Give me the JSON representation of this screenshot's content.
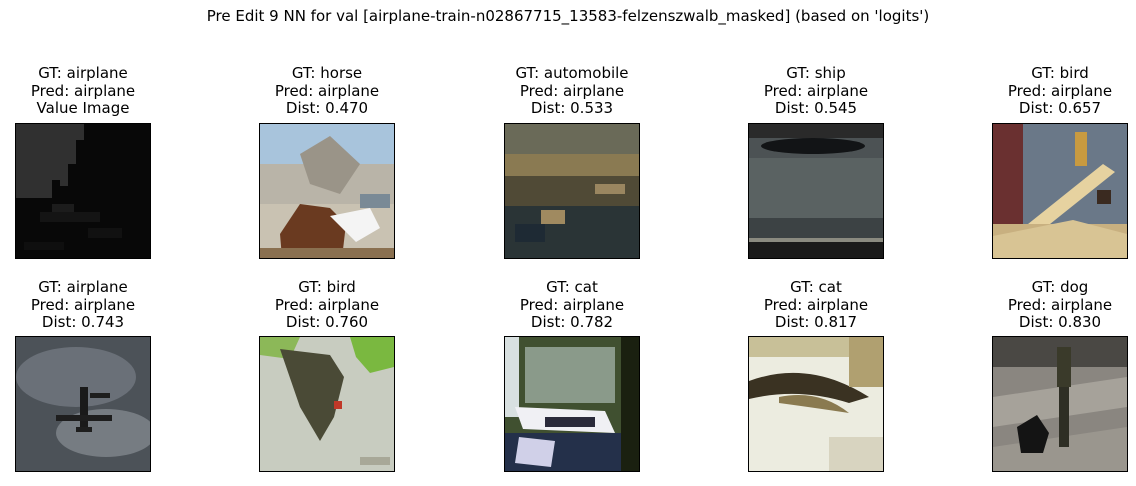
{
  "figure": {
    "title": "Pre Edit 9 NN for val [airplane-train-n02867715_13583-felzenszwalb_masked] (based on 'logits')"
  },
  "panels": [
    {
      "lines": [
        "GT: airplane",
        "Pred: airplane",
        "Value Image"
      ],
      "image_icon": "masked-airplane-thumbnail"
    },
    {
      "lines": [
        "GT: horse",
        "Pred: airplane",
        "Dist: 0.470"
      ],
      "image_icon": "horse-thumbnail"
    },
    {
      "lines": [
        "GT: automobile",
        "Pred: airplane",
        "Dist: 0.533"
      ],
      "image_icon": "automobile-thumbnail"
    },
    {
      "lines": [
        "GT: ship",
        "Pred: airplane",
        "Dist: 0.545"
      ],
      "image_icon": "ship-thumbnail"
    },
    {
      "lines": [
        "GT: bird",
        "Pred: airplane",
        "Dist: 0.657"
      ],
      "image_icon": "bird-thumbnail"
    },
    {
      "lines": [
        "GT: airplane",
        "Pred: airplane",
        "Dist: 0.743"
      ],
      "image_icon": "airplane-thumbnail"
    },
    {
      "lines": [
        "GT: bird",
        "Pred: airplane",
        "Dist: 0.760"
      ],
      "image_icon": "bird-thumbnail"
    },
    {
      "lines": [
        "GT: cat",
        "Pred: airplane",
        "Dist: 0.782"
      ],
      "image_icon": "cat-thumbnail"
    },
    {
      "lines": [
        "GT: cat",
        "Pred: airplane",
        "Dist: 0.817"
      ],
      "image_icon": "cat-thumbnail"
    },
    {
      "lines": [
        "GT: dog",
        "Pred: airplane",
        "Dist: 0.830"
      ],
      "image_icon": "dog-thumbnail"
    }
  ]
}
